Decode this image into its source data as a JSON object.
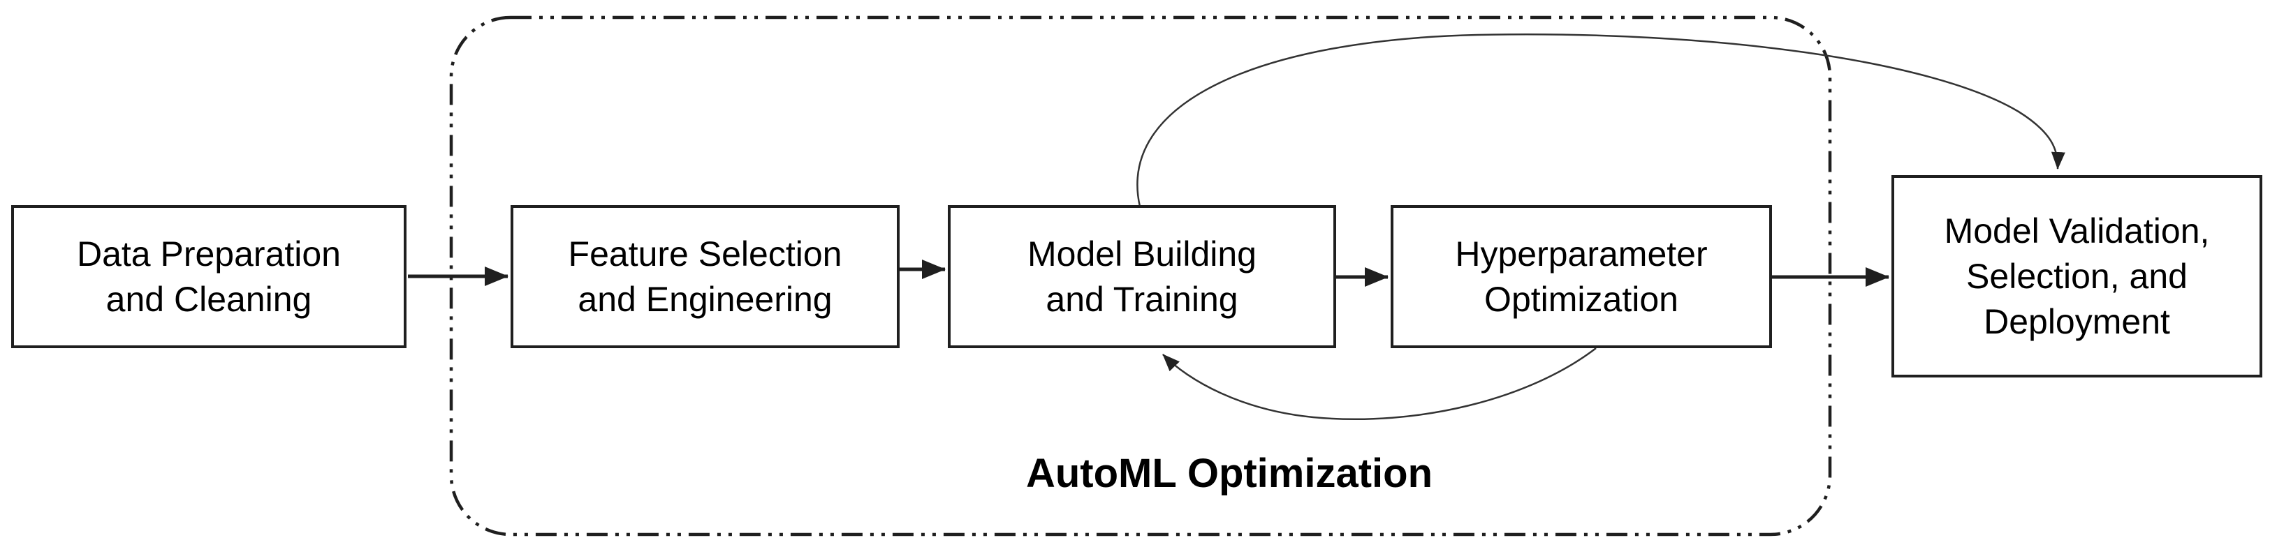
{
  "diagram": {
    "background_color": "#ffffff",
    "line_color": "#1f1f1f",
    "curve_color": "#333333",
    "text_color": "#000000",
    "group": {
      "label": "AutoML Optimization",
      "border_style": "dash-dot-dot rounded rectangle",
      "members": [
        "feature-selection",
        "model-building",
        "hyperparameter-optimization"
      ]
    },
    "nodes": [
      {
        "id": "data-preparation",
        "label": "Data Preparation and Cleaning",
        "lines": [
          "Data Preparation",
          "and Cleaning"
        ]
      },
      {
        "id": "feature-selection",
        "label": "Feature Selection and Engineering",
        "lines": [
          "Feature Selection",
          "and Engineering"
        ]
      },
      {
        "id": "model-building",
        "label": "Model Building and Training",
        "lines": [
          "Model Building",
          "and Training"
        ]
      },
      {
        "id": "hyperparameter-optimization",
        "label": "Hyperparameter Optimization",
        "lines": [
          "Hyperparameter",
          "Optimization"
        ]
      },
      {
        "id": "model-validation",
        "label": "Model Validation, Selection, and Deployment",
        "lines": [
          "Model Validation,",
          "Selection, and",
          "Deployment"
        ]
      }
    ],
    "edges": [
      {
        "from": "data-preparation",
        "to": "feature-selection",
        "type": "straight-arrow"
      },
      {
        "from": "feature-selection",
        "to": "model-building",
        "type": "straight-arrow"
      },
      {
        "from": "model-building",
        "to": "hyperparameter-optimization",
        "type": "straight-arrow"
      },
      {
        "from": "hyperparameter-optimization",
        "to": "model-validation",
        "type": "straight-arrow"
      },
      {
        "from": "model-building",
        "to": "model-validation",
        "type": "curved-arrow-over-top"
      },
      {
        "from": "hyperparameter-optimization",
        "to": "model-building",
        "type": "curved-feedback-bottom"
      }
    ]
  }
}
